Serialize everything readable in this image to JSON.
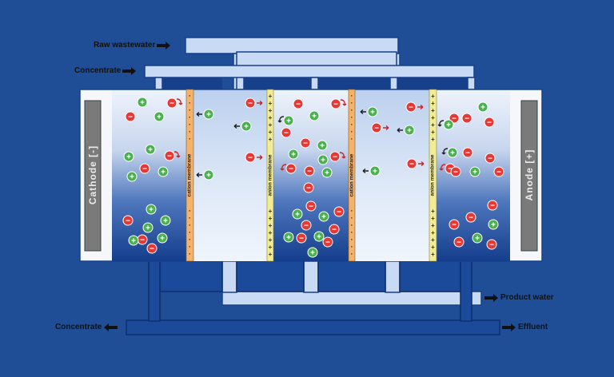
{
  "labels": {
    "raw_wastewater": "Raw wastewater",
    "concentrate_top": "Concentrate",
    "product_water": "Product water",
    "concentrate_bottom": "Concentrate",
    "effluent": "Effluent",
    "cathode": "Cathode [-]",
    "anode": "Anode [+]",
    "membranes": [
      "cation membrane",
      "anion membrane",
      "cation membrane",
      "anion membrane"
    ]
  },
  "colors": {
    "background": "#1f4e96",
    "pipe": "#c9daf4",
    "cation_ion": "#4caf50",
    "anion_ion": "#e53935",
    "cation_membrane": "#f4b26a",
    "anion_membrane": "#f3ec96",
    "electrode": "#7a7a7a"
  }
}
